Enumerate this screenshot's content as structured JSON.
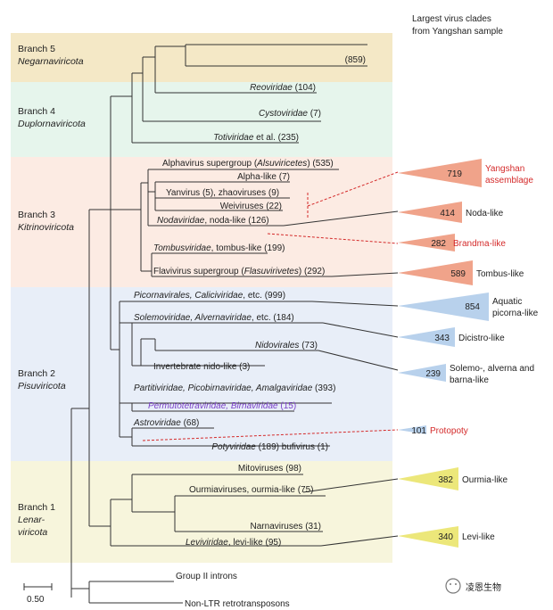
{
  "header": {
    "line1": "Largest virus clades",
    "line2": "from Yangshan sample"
  },
  "colors": {
    "band1": "#f7f5dc",
    "band2": "#e8eef8",
    "band3": "#fcebe3",
    "band4": "#e6f5ec",
    "band5": "#f4e8c6",
    "salmon": "#f0a38a",
    "blue": "#b8d1ec",
    "yellow": "#ece77a",
    "red": "#d42a2a",
    "purple": "#7a3fc9"
  },
  "branches": [
    {
      "name": "Branch 5",
      "phylum": "Negarnaviricota"
    },
    {
      "name": "Branch 4",
      "phylum": "Duplornaviricota"
    },
    {
      "name": "Branch 3",
      "phylum": "Kitrinoviricota"
    },
    {
      "name": "Branch 2",
      "phylum": "Pisuviricota"
    },
    {
      "name": "Branch 1",
      "phylum_line1": "Lenar-",
      "phylum_line2": "viricota"
    }
  ],
  "leaves": {
    "negar": "(859)",
    "reo_fam": "Reoviridae",
    "reo_num": " (104)",
    "cysto_fam": "Cystoviridae",
    "cysto_num": " (7)",
    "toti_fam": "Totiviridae",
    "toti_num": " et al. (235)",
    "alpha_pre": "Alphavirus supergroup (",
    "alpha_it": "Alsuviricetes",
    "alpha_post": ") (535)",
    "alphalike": "Alpha-like (7)",
    "yanvirus": "Yanvirus (5), zhaoviruses (9)",
    "weivir": "Weiviruses (22)",
    "noda_fam": "Nodaviridae",
    "noda_rest": ", noda-like (126)",
    "tombus_fam": "Tombusviridae",
    "tombus_rest": ", tombus-like (199)",
    "flavi_pre": "Flavivirus supergroup (",
    "flavi_it": "Flasuvirivetes",
    "flavi_post": ") (292)",
    "picorna_it": "Picornavirales, Caliciviridae",
    "picorna_rest": ", etc. (999)",
    "solemo_it": "Solemoviridae, Alvernaviridae",
    "solemo_rest": ", etc. (184)",
    "nido_fam": "Nidovirales",
    "nido_num": " (73)",
    "invnido": "Invertebrate nido-like (3)",
    "partiti_it": "Partitiviridae, Picobirnaviridae, Amalgaviridae",
    "partiti_num": " (393)",
    "permuto_it": "Permutotetraviridae, Birnaviridae",
    "permuto_num": " (15)",
    "astro_fam": "Astroviridae",
    "astro_num": " (68)",
    "poty_fam": "Potyviridae",
    "poty_rest": " (189) bufivirus (1)",
    "mito": "Mitoviruses (98)",
    "ourmia": "Ourmiaviruses, ourmia-like (75)",
    "narna": "Narnaviruses (31)",
    "levi_fam": "Leviviridae",
    "levi_rest": ", levi-like (95)",
    "group2": "Group II introns",
    "nonltr": "Non-LTR retrotransposons"
  },
  "clades": [
    {
      "value": "719",
      "label_line1": "Yangshan",
      "label_line2": "assemblage"
    },
    {
      "value": "414",
      "label": "Noda-like"
    },
    {
      "value": "282",
      "label": "Brandma-like"
    },
    {
      "value": "589",
      "label": "Tombus-like"
    },
    {
      "value": "854",
      "label_line1": "Aquatic",
      "label_line2": "picorna-like"
    },
    {
      "value": "343",
      "label": "Dicistro-like"
    },
    {
      "value": "239",
      "label_line1": "Solemo-, alverna and",
      "label_line2": "barna-like"
    },
    {
      "value": "101",
      "label": "Protopoty"
    },
    {
      "value": "382",
      "label": "Ourmia-like"
    },
    {
      "value": "340",
      "label": "Levi-like"
    }
  ],
  "scale": {
    "label": "0.50"
  },
  "watermark": "凌恩生物"
}
